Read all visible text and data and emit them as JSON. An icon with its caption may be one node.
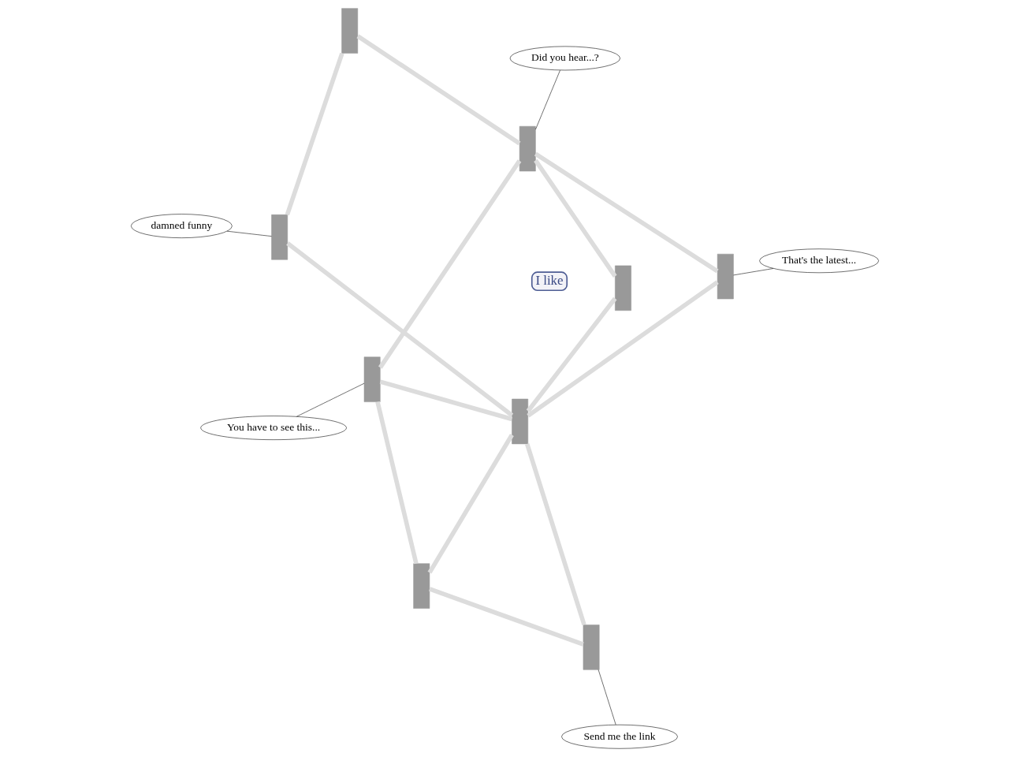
{
  "diagram": {
    "nodes": [
      {
        "text": [
          "You have to see this..."
        ]
      },
      {
        "text": [
          "Send me the link"
        ]
      },
      {
        "text": [],
        "shape": "person"
      },
      {
        "text": [
          "I like"
        ]
      },
      {
        "text": [],
        "shape": "person"
      },
      {
        "text": [],
        "shape": "person"
      },
      {
        "text": [],
        "shape": "person"
      },
      {
        "text": [],
        "shape": "person"
      },
      {
        "text": [
          "Did you hear...?"
        ]
      },
      {
        "text": [
          "damned funny"
        ]
      },
      {
        "text": [
          "That's the latest..."
        ]
      },
      {
        "text": [],
        "shape": "person"
      },
      {
        "text": [],
        "shape": "person"
      },
      {
        "text": [],
        "shape": "person"
      },
      {
        "text": [],
        "shape": "person"
      }
    ],
    "edges": [
      {
        "from": 0,
        "to": 4,
        "arrow": "none",
        "color": "#000000"
      },
      {
        "from": 1,
        "to": 5,
        "arrow": "none",
        "color": "#000000"
      },
      {
        "from": 8,
        "to": 11,
        "arrow": "none",
        "color": "#000000"
      },
      {
        "from": 9,
        "to": 12,
        "arrow": "none",
        "color": "#000000"
      },
      {
        "from": 10,
        "to": 14,
        "arrow": "none",
        "color": "#000000"
      },
      {
        "from": 4,
        "to": 2,
        "arrow": "none"
      },
      {
        "from": 2,
        "to": 5,
        "arrow": "none"
      },
      {
        "from": 2,
        "to": 7,
        "arrow": "none"
      },
      {
        "from": 4,
        "to": 7,
        "arrow": "none"
      },
      {
        "from": 4,
        "to": 11,
        "arrow": "none"
      },
      {
        "from": 7,
        "to": 5,
        "arrow": "none"
      },
      {
        "from": 7,
        "to": 6,
        "arrow": "none"
      },
      {
        "from": 7,
        "to": 12,
        "arrow": "none"
      },
      {
        "from": 7,
        "to": 14,
        "arrow": "none"
      },
      {
        "from": 6,
        "to": 11,
        "arrow": "none"
      },
      {
        "from": 12,
        "to": 13,
        "arrow": "none"
      },
      {
        "from": 13,
        "to": 11,
        "arrow": "none"
      },
      {
        "from": 11,
        "to": 14,
        "arrow": "none"
      }
    ]
  }
}
